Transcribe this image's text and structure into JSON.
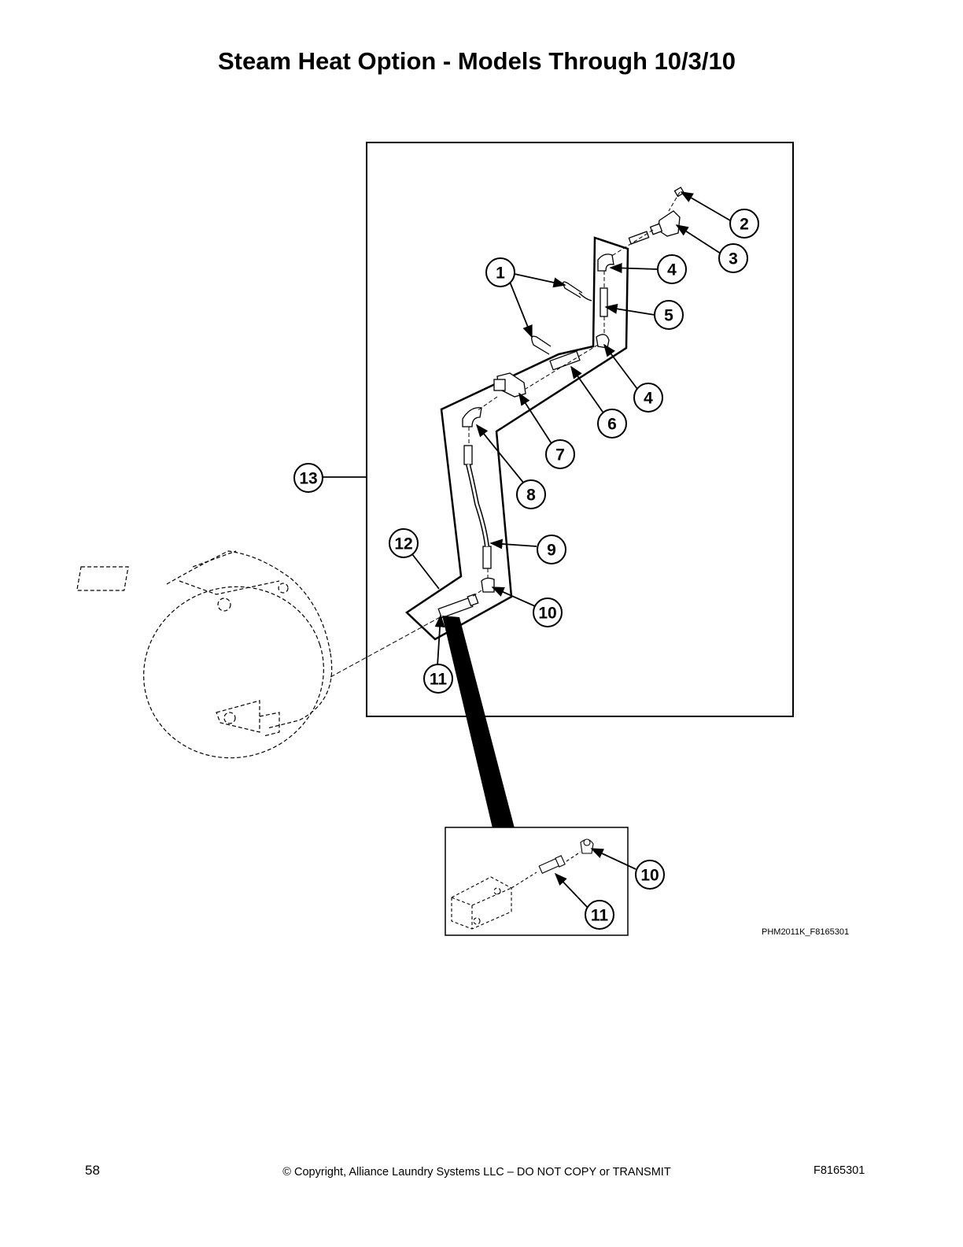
{
  "page": {
    "title": "Steam Heat Option - Models Through 10/3/10",
    "figure_code": "PHM2011K_F8165301",
    "page_number": "58",
    "copyright": "© Copyright, Alliance Laundry Systems LLC – DO NOT COPY or TRANSMIT",
    "doc_number": "F8165301"
  },
  "callouts": {
    "c1": "1",
    "c2": "2",
    "c3": "3",
    "c4a": "4",
    "c4b": "4",
    "c5": "5",
    "c6": "6",
    "c7": "7",
    "c8": "8",
    "c9": "9",
    "c10": "10",
    "c11": "11",
    "c12": "12",
    "c13": "13",
    "c10_detail": "10",
    "c11_detail": "11"
  }
}
